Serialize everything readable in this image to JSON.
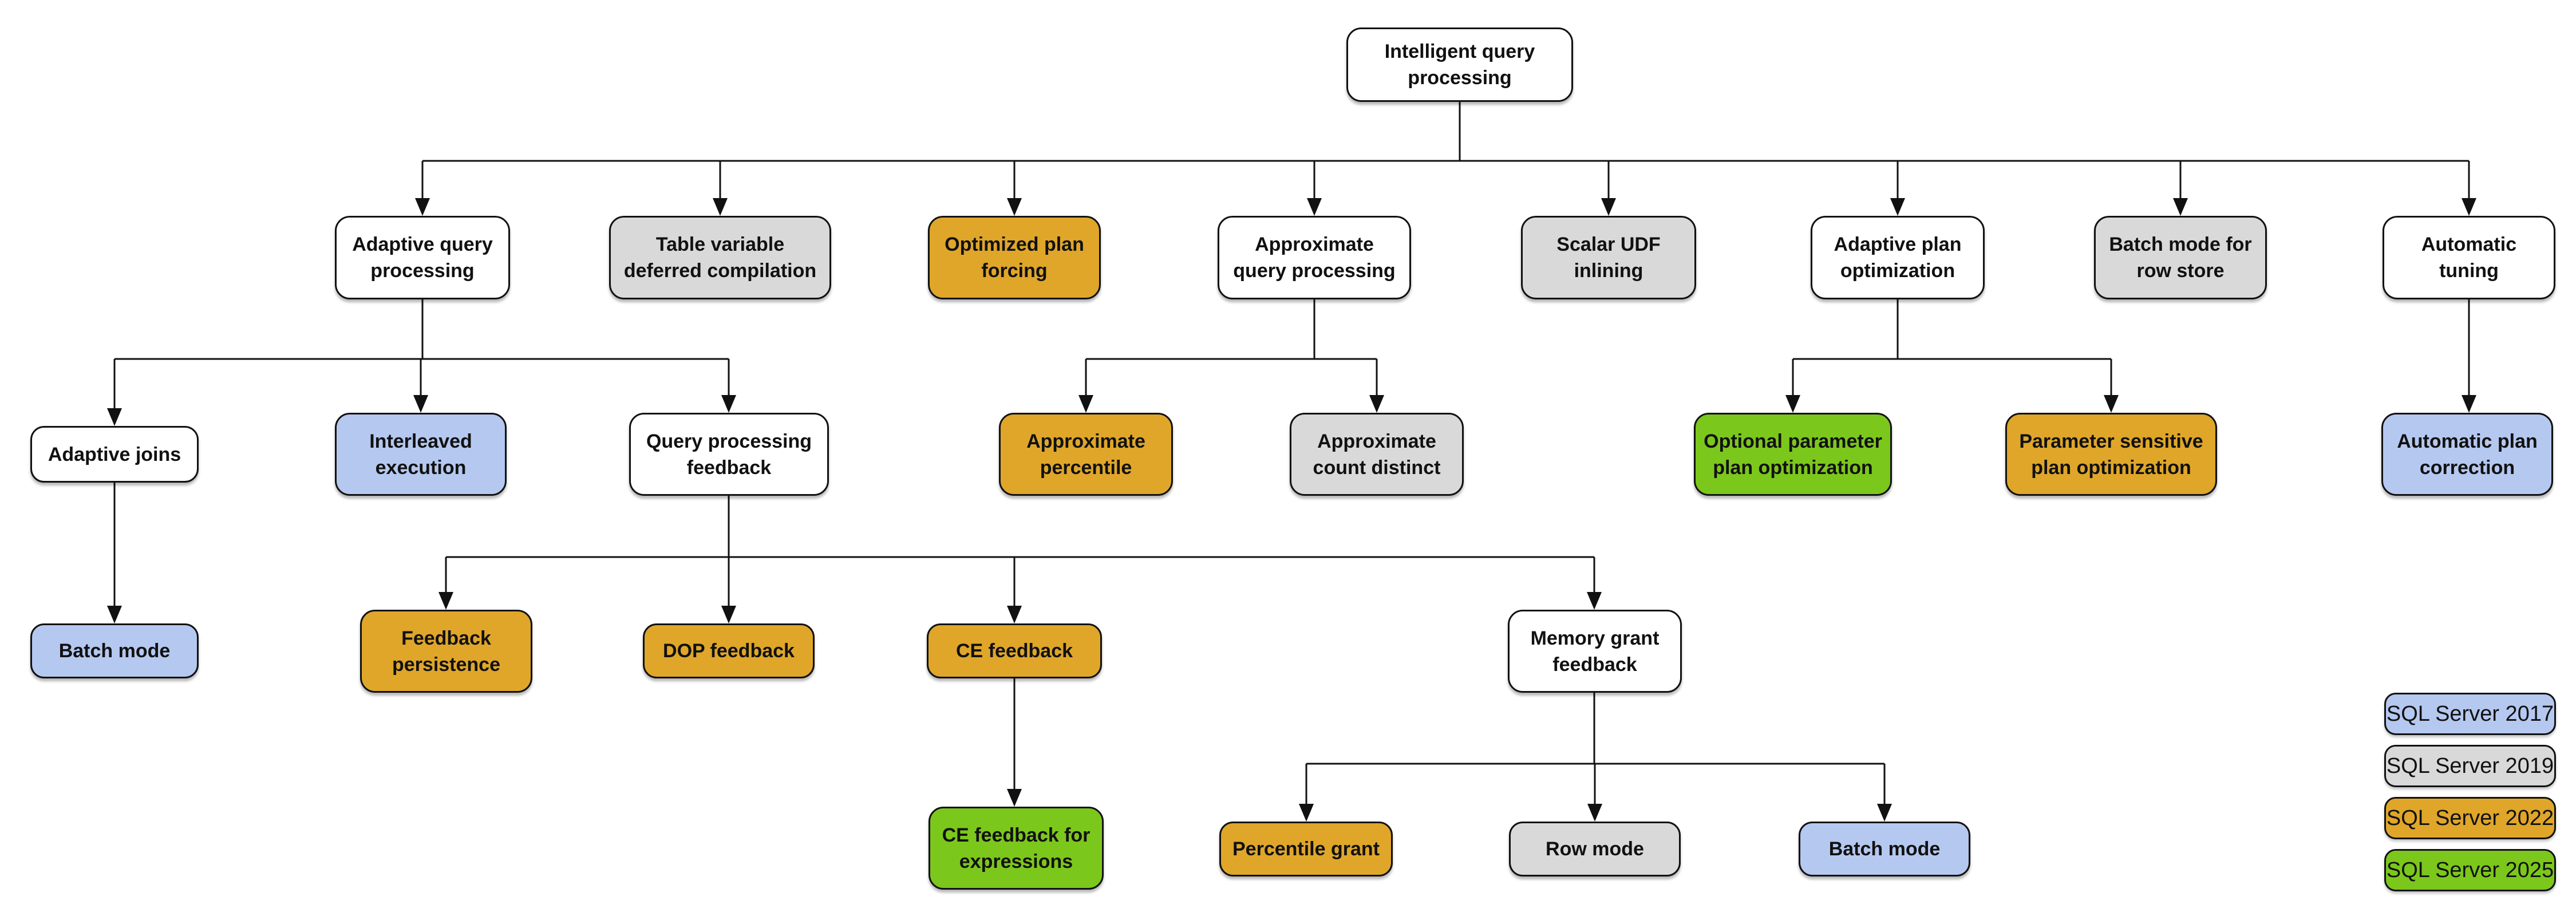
{
  "diagram_title": "Intelligent query processing",
  "palette": {
    "white": "#ffffff",
    "gray": "#d9d9d9",
    "orange": "#dfa62a",
    "blue": "#b5c8f0",
    "green": "#7cc71c",
    "line": "#111111"
  },
  "nodes": [
    {
      "id": "intelligent-query-processing",
      "lines": [
        "Intelligent query",
        "processing"
      ],
      "color": "#ffffff"
    },
    {
      "id": "adaptive-query-processing",
      "lines": [
        "Adaptive query",
        "processing"
      ],
      "color": "#ffffff"
    },
    {
      "id": "table-variable-deferred-compilation",
      "lines": [
        "Table variable",
        "deferred compilation"
      ],
      "color": "#d9d9d9"
    },
    {
      "id": "optimized-plan-forcing",
      "lines": [
        "Optimized plan",
        "forcing"
      ],
      "color": "#dfa62a"
    },
    {
      "id": "approximate-query-processing",
      "lines": [
        "Approximate",
        "query processing"
      ],
      "color": "#ffffff"
    },
    {
      "id": "scalar-udf-inlining",
      "lines": [
        "Scalar UDF",
        "inlining"
      ],
      "color": "#d9d9d9"
    },
    {
      "id": "adaptive-plan-optimization",
      "lines": [
        "Adaptive plan",
        "optimization"
      ],
      "color": "#ffffff"
    },
    {
      "id": "batch-mode-for-row-store",
      "lines": [
        "Batch mode for",
        "row store"
      ],
      "color": "#d9d9d9"
    },
    {
      "id": "automatic-tuning",
      "lines": [
        "Automatic",
        "tuning"
      ],
      "color": "#ffffff"
    },
    {
      "id": "adaptive-joins",
      "lines": [
        "Adaptive joins"
      ],
      "color": "#ffffff"
    },
    {
      "id": "interleaved-execution",
      "lines": [
        "Interleaved",
        "execution"
      ],
      "color": "#b5c8f0"
    },
    {
      "id": "query-processing-feedback",
      "lines": [
        "Query processing",
        "feedback"
      ],
      "color": "#ffffff"
    },
    {
      "id": "approximate-percentile",
      "lines": [
        "Approximate",
        "percentile"
      ],
      "color": "#dfa62a"
    },
    {
      "id": "approximate-count-distinct",
      "lines": [
        "Approximate",
        "count distinct"
      ],
      "color": "#d9d9d9"
    },
    {
      "id": "optional-parameter-plan-optimization",
      "lines": [
        "Optional parameter",
        "plan optimization"
      ],
      "color": "#7cc71c"
    },
    {
      "id": "parameter-sensitive-plan-optimization",
      "lines": [
        "Parameter sensitive",
        "plan optimization"
      ],
      "color": "#dfa62a"
    },
    {
      "id": "automatic-plan-correction",
      "lines": [
        "Automatic plan",
        "correction"
      ],
      "color": "#b5c8f0"
    },
    {
      "id": "batch-mode-under-adaptive-joins",
      "lines": [
        "Batch mode"
      ],
      "color": "#b5c8f0"
    },
    {
      "id": "feedback-persistence",
      "lines": [
        "Feedback",
        "persistence"
      ],
      "color": "#dfa62a"
    },
    {
      "id": "dop-feedback",
      "lines": [
        "DOP feedback"
      ],
      "color": "#dfa62a"
    },
    {
      "id": "ce-feedback",
      "lines": [
        "CE feedback"
      ],
      "color": "#dfa62a"
    },
    {
      "id": "memory-grant-feedback",
      "lines": [
        "Memory grant",
        "feedback"
      ],
      "color": "#ffffff"
    },
    {
      "id": "ce-feedback-for-expressions",
      "lines": [
        "CE feedback for",
        "expressions"
      ],
      "color": "#7cc71c"
    },
    {
      "id": "percentile-grant",
      "lines": [
        "Percentile grant"
      ],
      "color": "#dfa62a"
    },
    {
      "id": "row-mode",
      "lines": [
        "Row mode"
      ],
      "color": "#d9d9d9"
    },
    {
      "id": "batch-mode-under-memory-grant",
      "lines": [
        "Batch mode"
      ],
      "color": "#b5c8f0"
    }
  ],
  "legend": [
    {
      "label": "SQL Server 2017",
      "color": "#b5c8f0"
    },
    {
      "label": "SQL Server 2019",
      "color": "#d9d9d9"
    },
    {
      "label": "SQL Server 2022",
      "color": "#dfa62a"
    },
    {
      "label": "SQL Server 2025",
      "color": "#7cc71c"
    }
  ]
}
